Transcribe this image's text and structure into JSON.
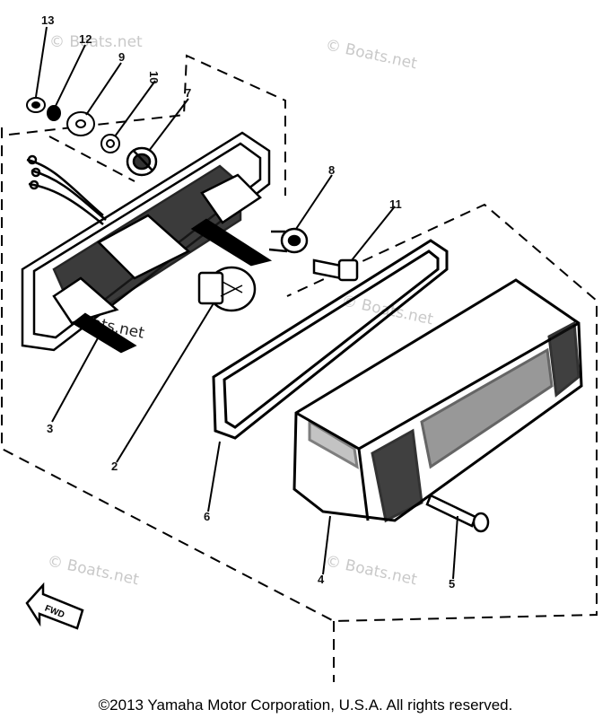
{
  "watermarks": [
    "© Boats.net",
    "© Boats.net",
    "© Boats.net",
    "© Boats.net",
    "© Boats.net",
    "Boats.net"
  ],
  "callouts": [
    {
      "id": "part-13",
      "label": "13"
    },
    {
      "id": "part-12",
      "label": "12"
    },
    {
      "id": "part-9",
      "label": "9"
    },
    {
      "id": "part-10",
      "label": "10"
    },
    {
      "id": "part-7",
      "label": "7"
    },
    {
      "id": "part-8",
      "label": "8"
    },
    {
      "id": "part-11",
      "label": "11"
    },
    {
      "id": "part-3",
      "label": "3"
    },
    {
      "id": "part-2",
      "label": "2"
    },
    {
      "id": "part-6",
      "label": "6"
    },
    {
      "id": "part-4",
      "label": "4"
    },
    {
      "id": "part-5",
      "label": "5"
    }
  ],
  "fwd_label": "FWD",
  "copyright": "©2013 Yamaha Motor Corporation, U.S.A. All rights reserved."
}
